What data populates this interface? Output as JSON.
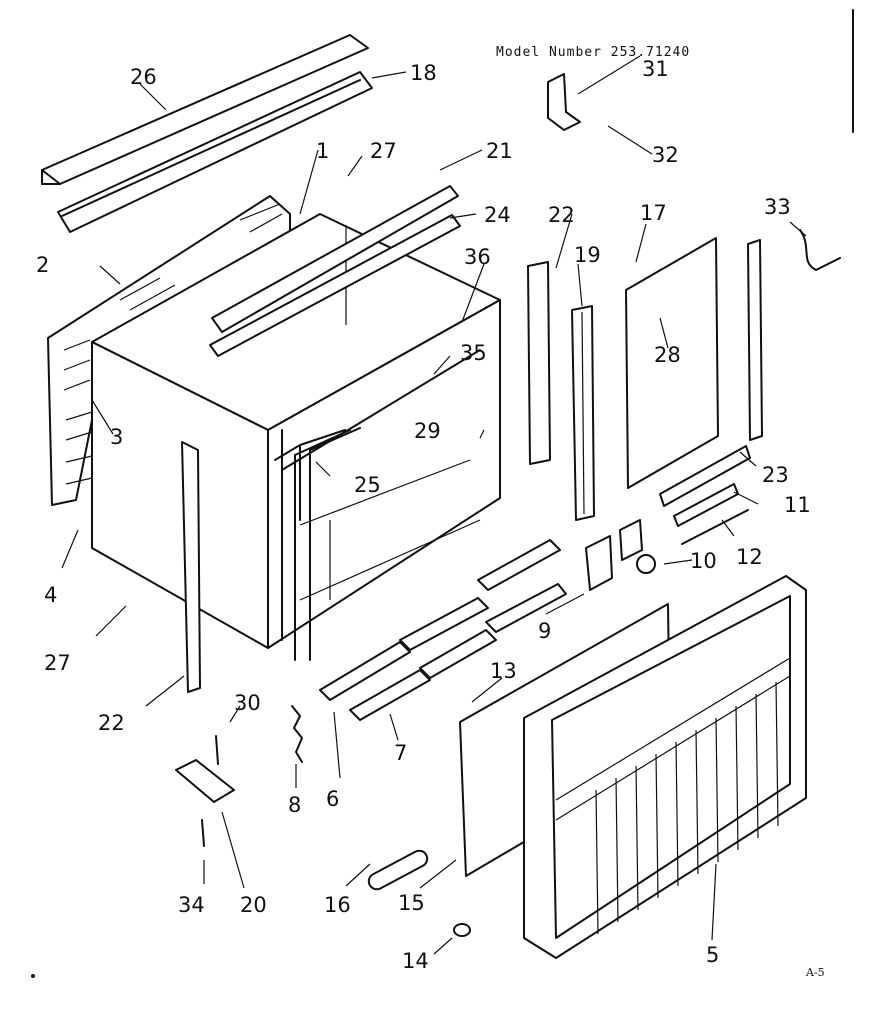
{
  "header": {
    "model_number": "Model Number 253.71240"
  },
  "footer": {
    "page_code": "A-5"
  },
  "callouts": {
    "c1": "1",
    "c2": "2",
    "c3": "3",
    "c4": "4",
    "c5": "5",
    "c6": "6",
    "c7": "7",
    "c8": "8",
    "c9": "9",
    "c10": "10",
    "c11": "11",
    "c12": "12",
    "c13": "13",
    "c14": "14",
    "c15": "15",
    "c16": "16",
    "c17": "17",
    "c18": "18",
    "c19": "19",
    "c20": "20",
    "c21": "21",
    "c22": "22",
    "c23": "23",
    "c24": "24",
    "c25": "25",
    "c26": "26",
    "c27": "27",
    "c28": "28",
    "c29": "29",
    "c30": "30",
    "c31": "31",
    "c32": "32",
    "c33": "33",
    "c34": "34",
    "c35": "35",
    "c36": "36"
  }
}
